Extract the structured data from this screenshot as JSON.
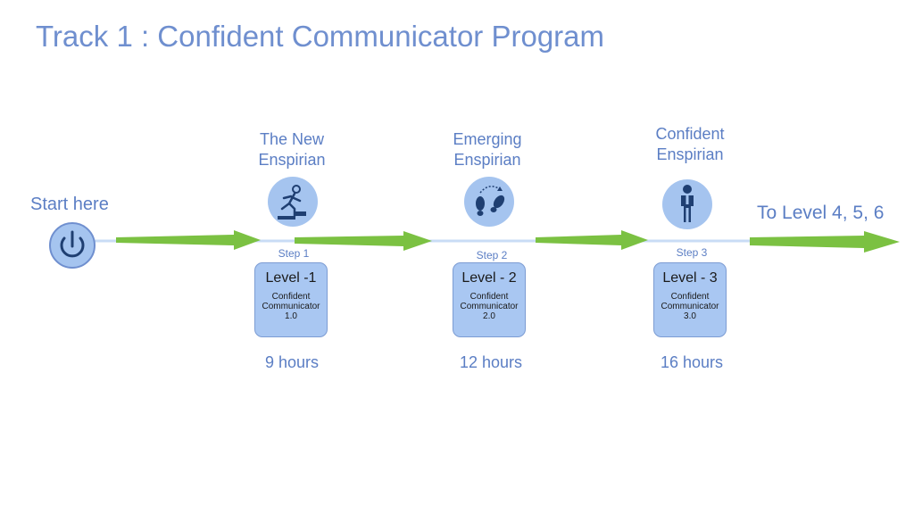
{
  "title": "Track 1 : Confident Communicator Program",
  "start_label": "Start here",
  "end_label": "To Level 4, 5, 6",
  "stages": [
    {
      "label_line1": "The New",
      "label_line2": "Enspirian",
      "step": "Step 1",
      "level": "Level -1",
      "desc_line1": "Confident",
      "desc_line2": "Communicator",
      "desc_line3": "1.0",
      "hours": "9 hours",
      "icon": "climbing-person-icon"
    },
    {
      "label_line1": "Emerging",
      "label_line2": "Enspirian",
      "step": "Step 2",
      "level": "Level - 2",
      "desc_line1": "Confident",
      "desc_line2": "Communicator",
      "desc_line3": "2.0",
      "hours": "12 hours",
      "icon": "footsteps-icon"
    },
    {
      "label_line1": "Confident",
      "label_line2": "Enspirian",
      "step": "Step 3",
      "level": "Level - 3",
      "desc_line1": "Confident",
      "desc_line2": "Communicator",
      "desc_line3": "3.0",
      "hours": "16 hours",
      "icon": "standing-person-icon"
    }
  ],
  "colors": {
    "title": "#6f8fcf",
    "text": "#5b7ec4",
    "box_fill": "#a9c7f2",
    "icon_circle": "#a5c4ef",
    "icon_dark": "#1f3f72",
    "arrow": "#7bc142",
    "track_line": "#c9dcf5"
  }
}
